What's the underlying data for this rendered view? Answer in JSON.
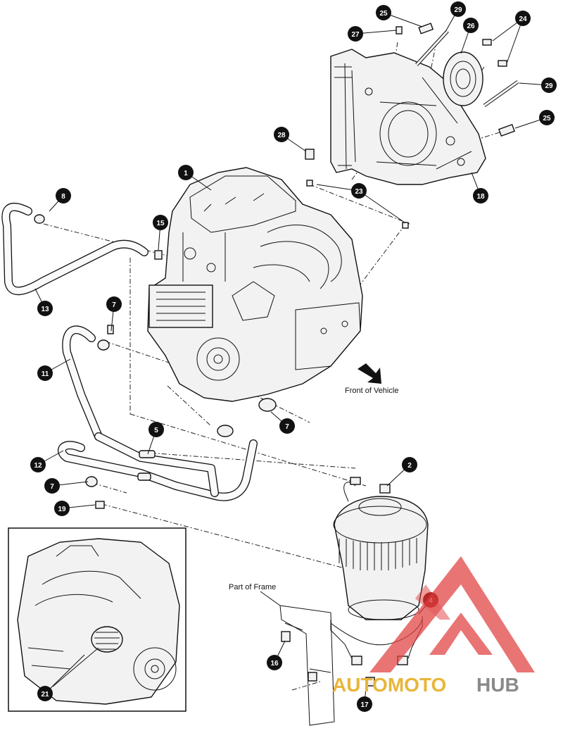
{
  "labels": {
    "front_of_vehicle": "Front of Vehicle",
    "part_of_frame": "Part of Frame"
  },
  "callouts": [
    {
      "id": "c1",
      "text": "1"
    },
    {
      "id": "c2",
      "text": "2"
    },
    {
      "id": "c4",
      "text": "4"
    },
    {
      "id": "c5",
      "text": "5"
    },
    {
      "id": "c7a",
      "text": "7"
    },
    {
      "id": "c7b",
      "text": "7"
    },
    {
      "id": "c7c",
      "text": "7"
    },
    {
      "id": "c8",
      "text": "8"
    },
    {
      "id": "c11",
      "text": "11"
    },
    {
      "id": "c12",
      "text": "12"
    },
    {
      "id": "c13",
      "text": "13"
    },
    {
      "id": "c15",
      "text": "15"
    },
    {
      "id": "c16",
      "text": "16"
    },
    {
      "id": "c17",
      "text": "17"
    },
    {
      "id": "c18",
      "text": "18"
    },
    {
      "id": "c19",
      "text": "19"
    },
    {
      "id": "c21",
      "text": "21"
    },
    {
      "id": "c23",
      "text": "23"
    },
    {
      "id": "c24",
      "text": "24"
    },
    {
      "id": "c25a",
      "text": "25"
    },
    {
      "id": "c25b",
      "text": "25"
    },
    {
      "id": "c26",
      "text": "26"
    },
    {
      "id": "c27",
      "text": "27"
    },
    {
      "id": "c28",
      "text": "28"
    },
    {
      "id": "c29a",
      "text": "29"
    },
    {
      "id": "c29b",
      "text": "29"
    }
  ],
  "watermark": {
    "prefix": "AUTOMOTO",
    "suffix": "HUB",
    "prefix_color": "#e8b63a",
    "suffix_color": "#8a8a8a",
    "logo_color": "#e04040"
  },
  "colors": {
    "callout_fill": "#111111",
    "callout_text": "#ffffff",
    "line": "#111111",
    "highlight_callout": "#8b1010"
  }
}
